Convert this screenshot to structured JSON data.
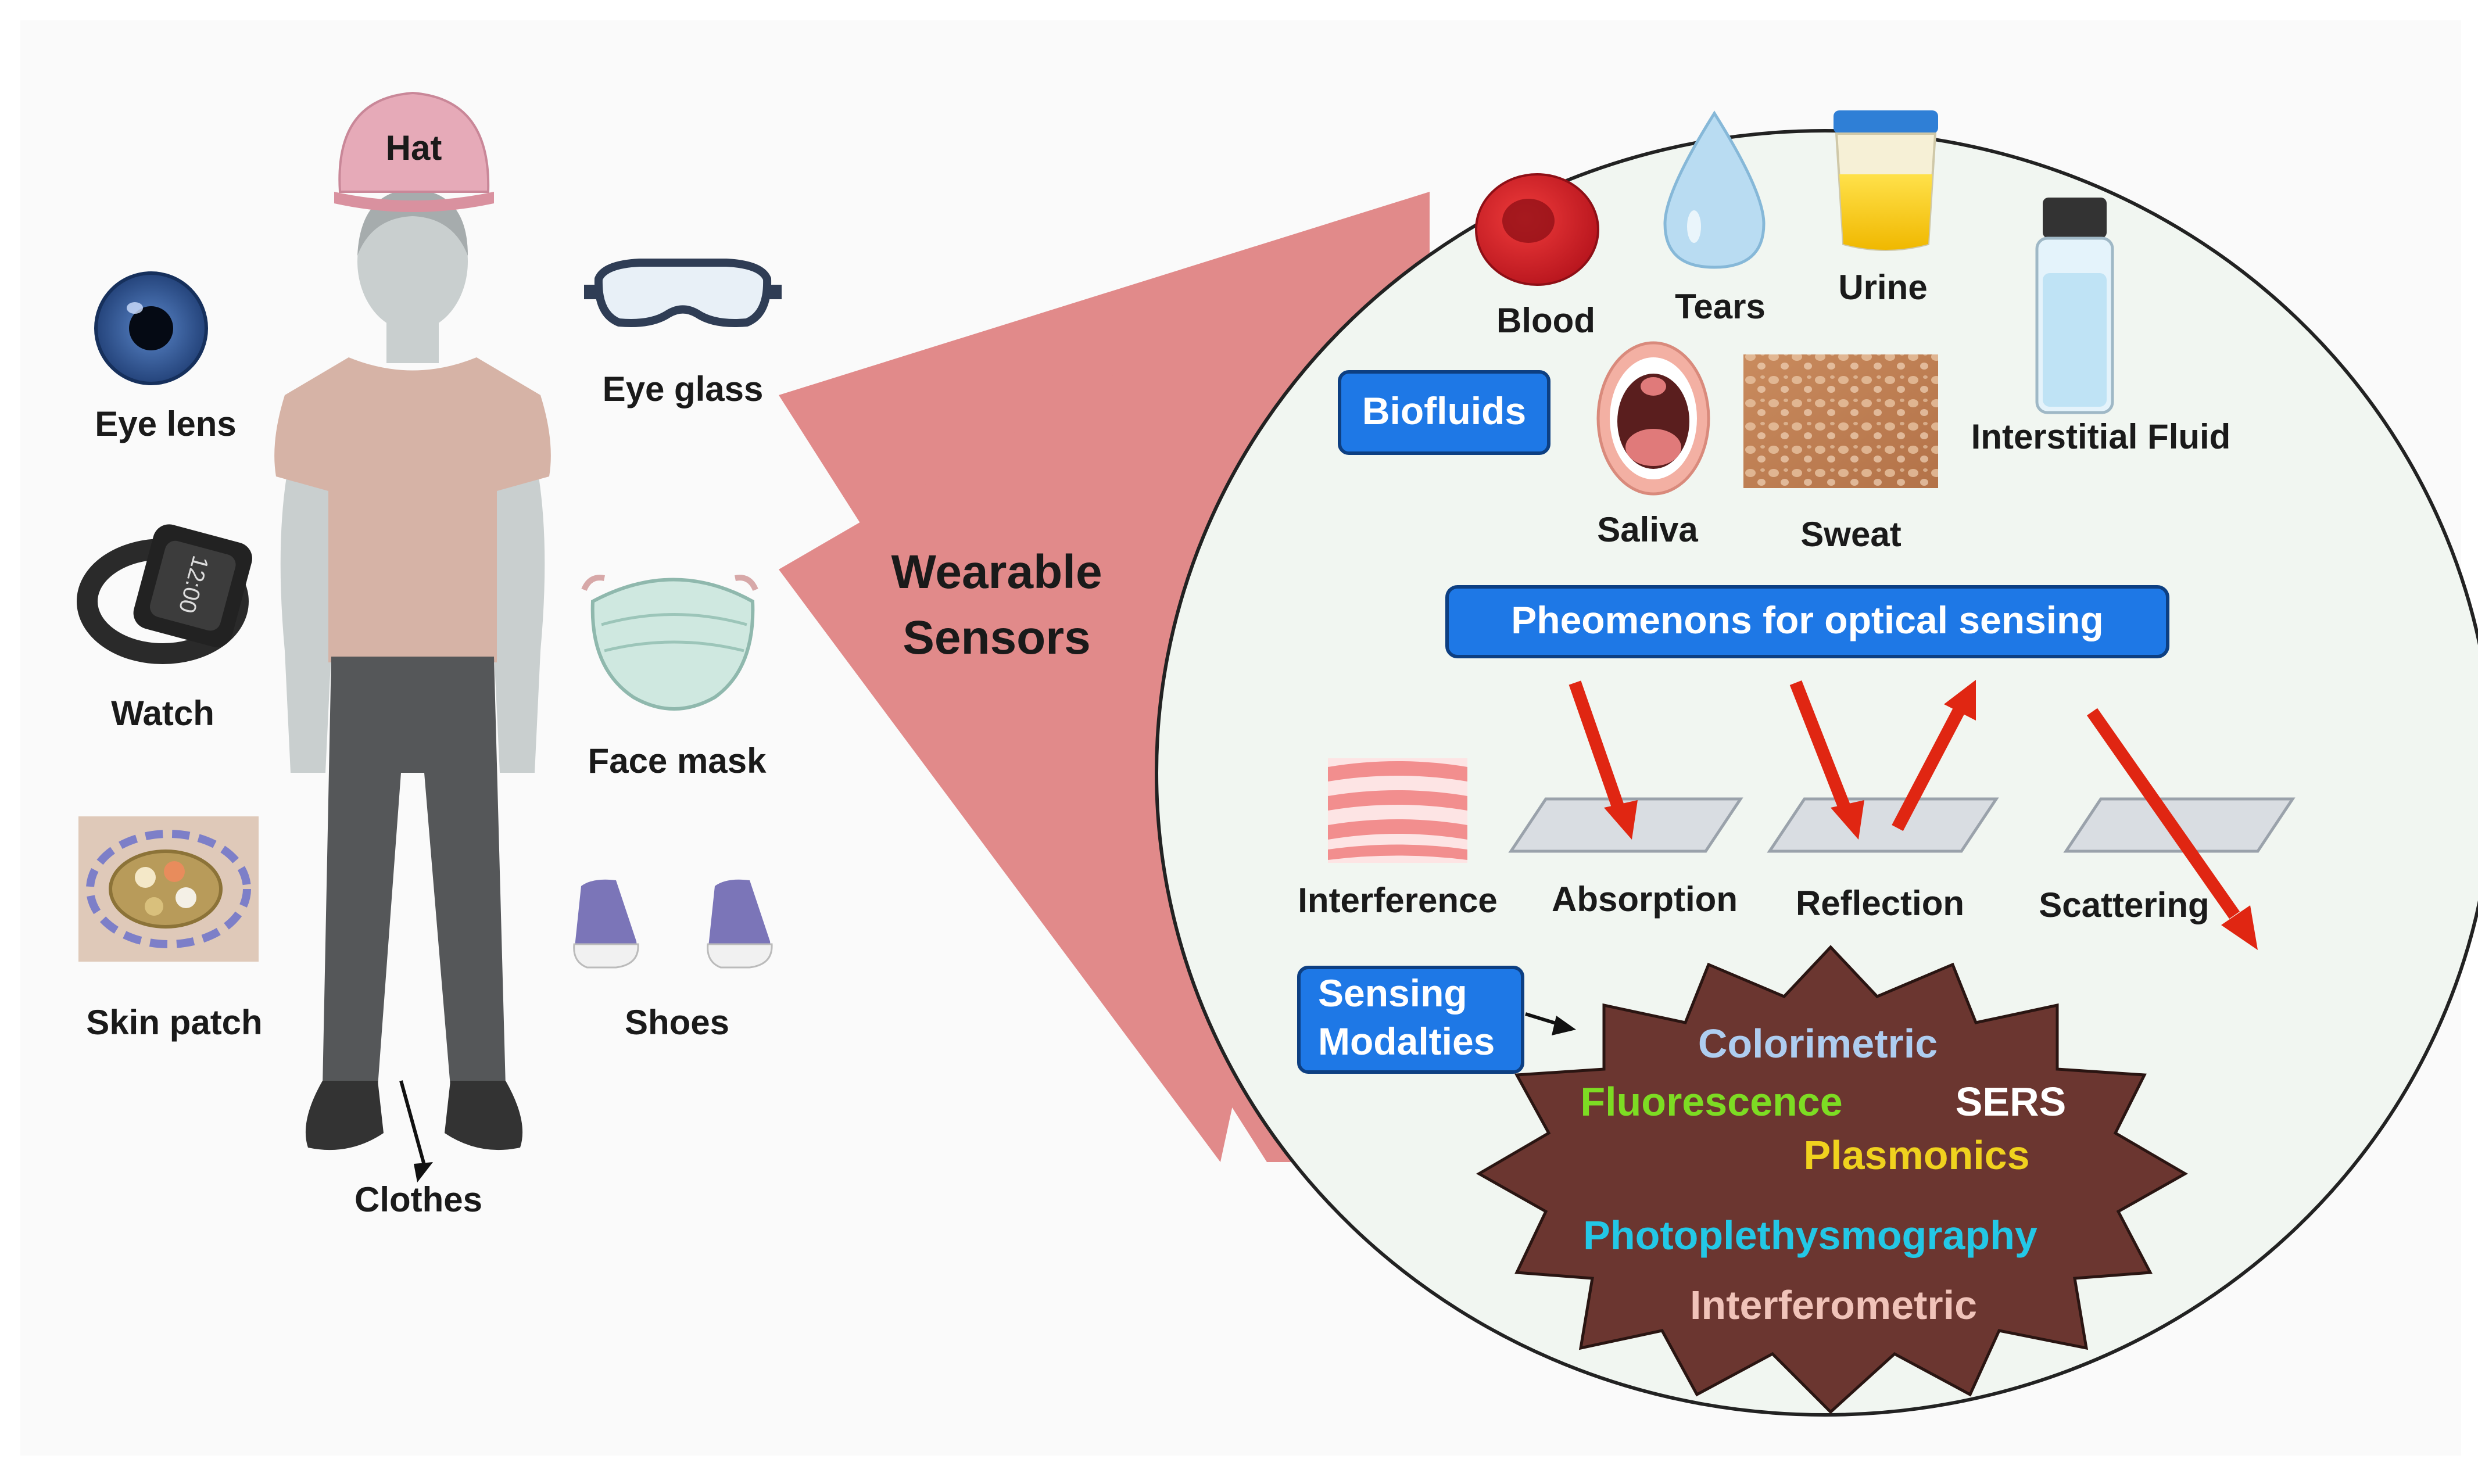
{
  "wearables": {
    "hat": "Hat",
    "eye_lens": "Eye lens",
    "eye_glass": "Eye glass",
    "watch": "Watch",
    "face_mask": "Face mask",
    "skin_patch": "Skin patch",
    "shoes": "Shoes",
    "clothes": "Clothes",
    "watch_time": "12:00"
  },
  "title": {
    "line1": "Wearable",
    "line2": "Sensors"
  },
  "biofluids": {
    "tag": "Biofluids",
    "blood": "Blood",
    "tears": "Tears",
    "urine": "Urine",
    "interstitial": "Interstitial Fluid",
    "saliva": "Saliva",
    "sweat": "Sweat"
  },
  "phenomena": {
    "header": "Pheomenons for optical sensing",
    "interference": "Interference",
    "absorption": "Absorption",
    "reflection": "Reflection",
    "scattering": "Scattering"
  },
  "modalities": {
    "tag_line1": "Sensing",
    "tag_line2": "Modalties",
    "colorimetric": "Colorimetric",
    "fluorescence": "Fluorescence",
    "sers": "SERS",
    "plasmonics": "Plasmonics",
    "ppg": "Photoplethysmography",
    "interferometric": "Interferometric"
  },
  "colors": {
    "tag_blue": "#1e78e6",
    "cone": "#e18a8a",
    "circle_bg": "#f1f6f1",
    "burst": "#6b3630",
    "colorimetric": "#aecdf0",
    "fluorescence": "#7ddc23",
    "sers": "#ffffff",
    "plasmonics": "#f0d21e",
    "ppg": "#23c8e6",
    "interferometric": "#f0c3b9"
  }
}
